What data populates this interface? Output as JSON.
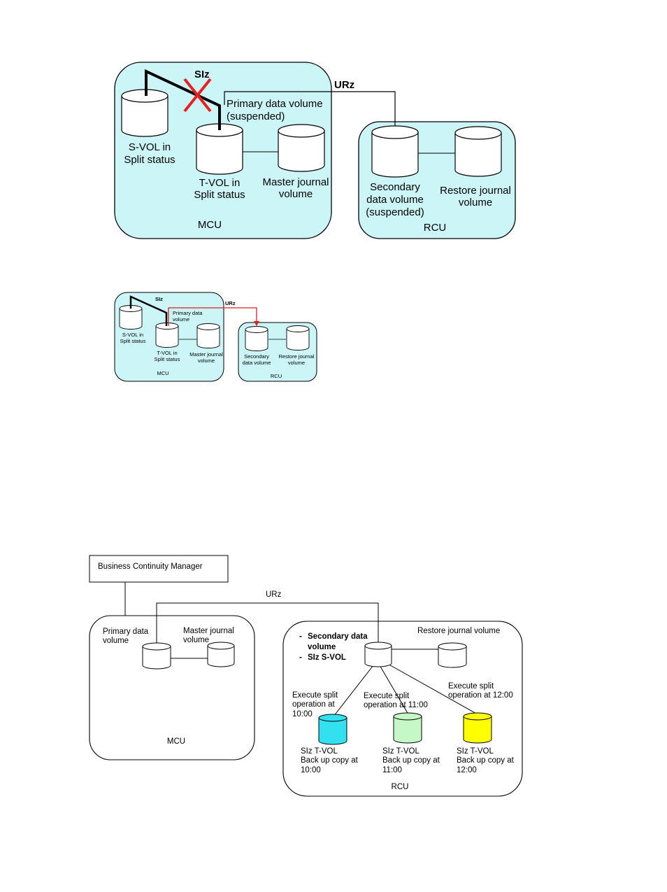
{
  "diagram1": {
    "mcu_label": "MCU",
    "rcu_label": "RCU",
    "siz_label": "SIz",
    "urz_label": "URz",
    "svol_line1": "S-VOL in",
    "svol_line2": "Split status",
    "tvol_line1": "T-VOL in",
    "tvol_line2": "Split status",
    "primary_line1": "Primary data volume",
    "primary_line2": "(suspended)",
    "master_line1": "Master journal",
    "master_line2": "volume",
    "secondary_line1": "Secondary",
    "secondary_line2": "data volume",
    "secondary_line3": "(suspended)",
    "restore_line1": "Restore journal",
    "restore_line2": "volume",
    "colors": {
      "box_fill": "#ccf5f8",
      "cross": "#e82020"
    }
  },
  "diagram2": {
    "mcu_label": "MCU",
    "rcu_label": "RCU",
    "siz_label": "SIz",
    "urz_label": "URz",
    "svol_line1": "S-VOL in",
    "svol_line2": "Split status",
    "tvol_line1": "T-VOL in",
    "tvol_line2": "Split status",
    "primary_line1": "Primary data",
    "primary_line2": "volume",
    "master_line1": "Master journal",
    "master_line2": "volume",
    "secondary_line1": "Secondary",
    "secondary_line2": "data volume",
    "restore_line1": "Restore journal",
    "restore_line2": "volume",
    "colors": {
      "box_fill": "#ccf5f8",
      "arrow": "#e02020"
    }
  },
  "diagram3": {
    "bcm_label": "Business Continuity Manager",
    "urz_label": "URz",
    "mcu_label": "MCU",
    "rcu_label": "RCU",
    "primary_line1": "Primary data",
    "primary_line2": "volume",
    "master_line1": "Master journal",
    "master_line2": "volume",
    "secondary_line1": "Secondary data",
    "secondary_line2": "volume",
    "siz_svol": "SIz S-VOL",
    "restore_label": "Restore journal volume",
    "exec1_line1": "Execute split",
    "exec1_line2": "operation at",
    "exec1_line3": "10:00",
    "exec2_line1": "Execute split",
    "exec2_line2": "operation at 11:00",
    "exec3_line1": "Execute split",
    "exec3_line2": "operation at 12:00",
    "t1_line1": "SIz T-VOL",
    "t1_line2": "Back up copy at",
    "t1_line3": "10:00",
    "t2_line1": "SIz T-VOL",
    "t2_line2": "Back up copy at",
    "t2_line3": "11:00",
    "t3_line1": "SIz T-VOL",
    "t3_line2": "Back up copy at",
    "t3_line3": "12:00",
    "colors": {
      "t1": "#33e0f0",
      "t2": "#c6f7c6",
      "t3": "#ffff00"
    }
  }
}
